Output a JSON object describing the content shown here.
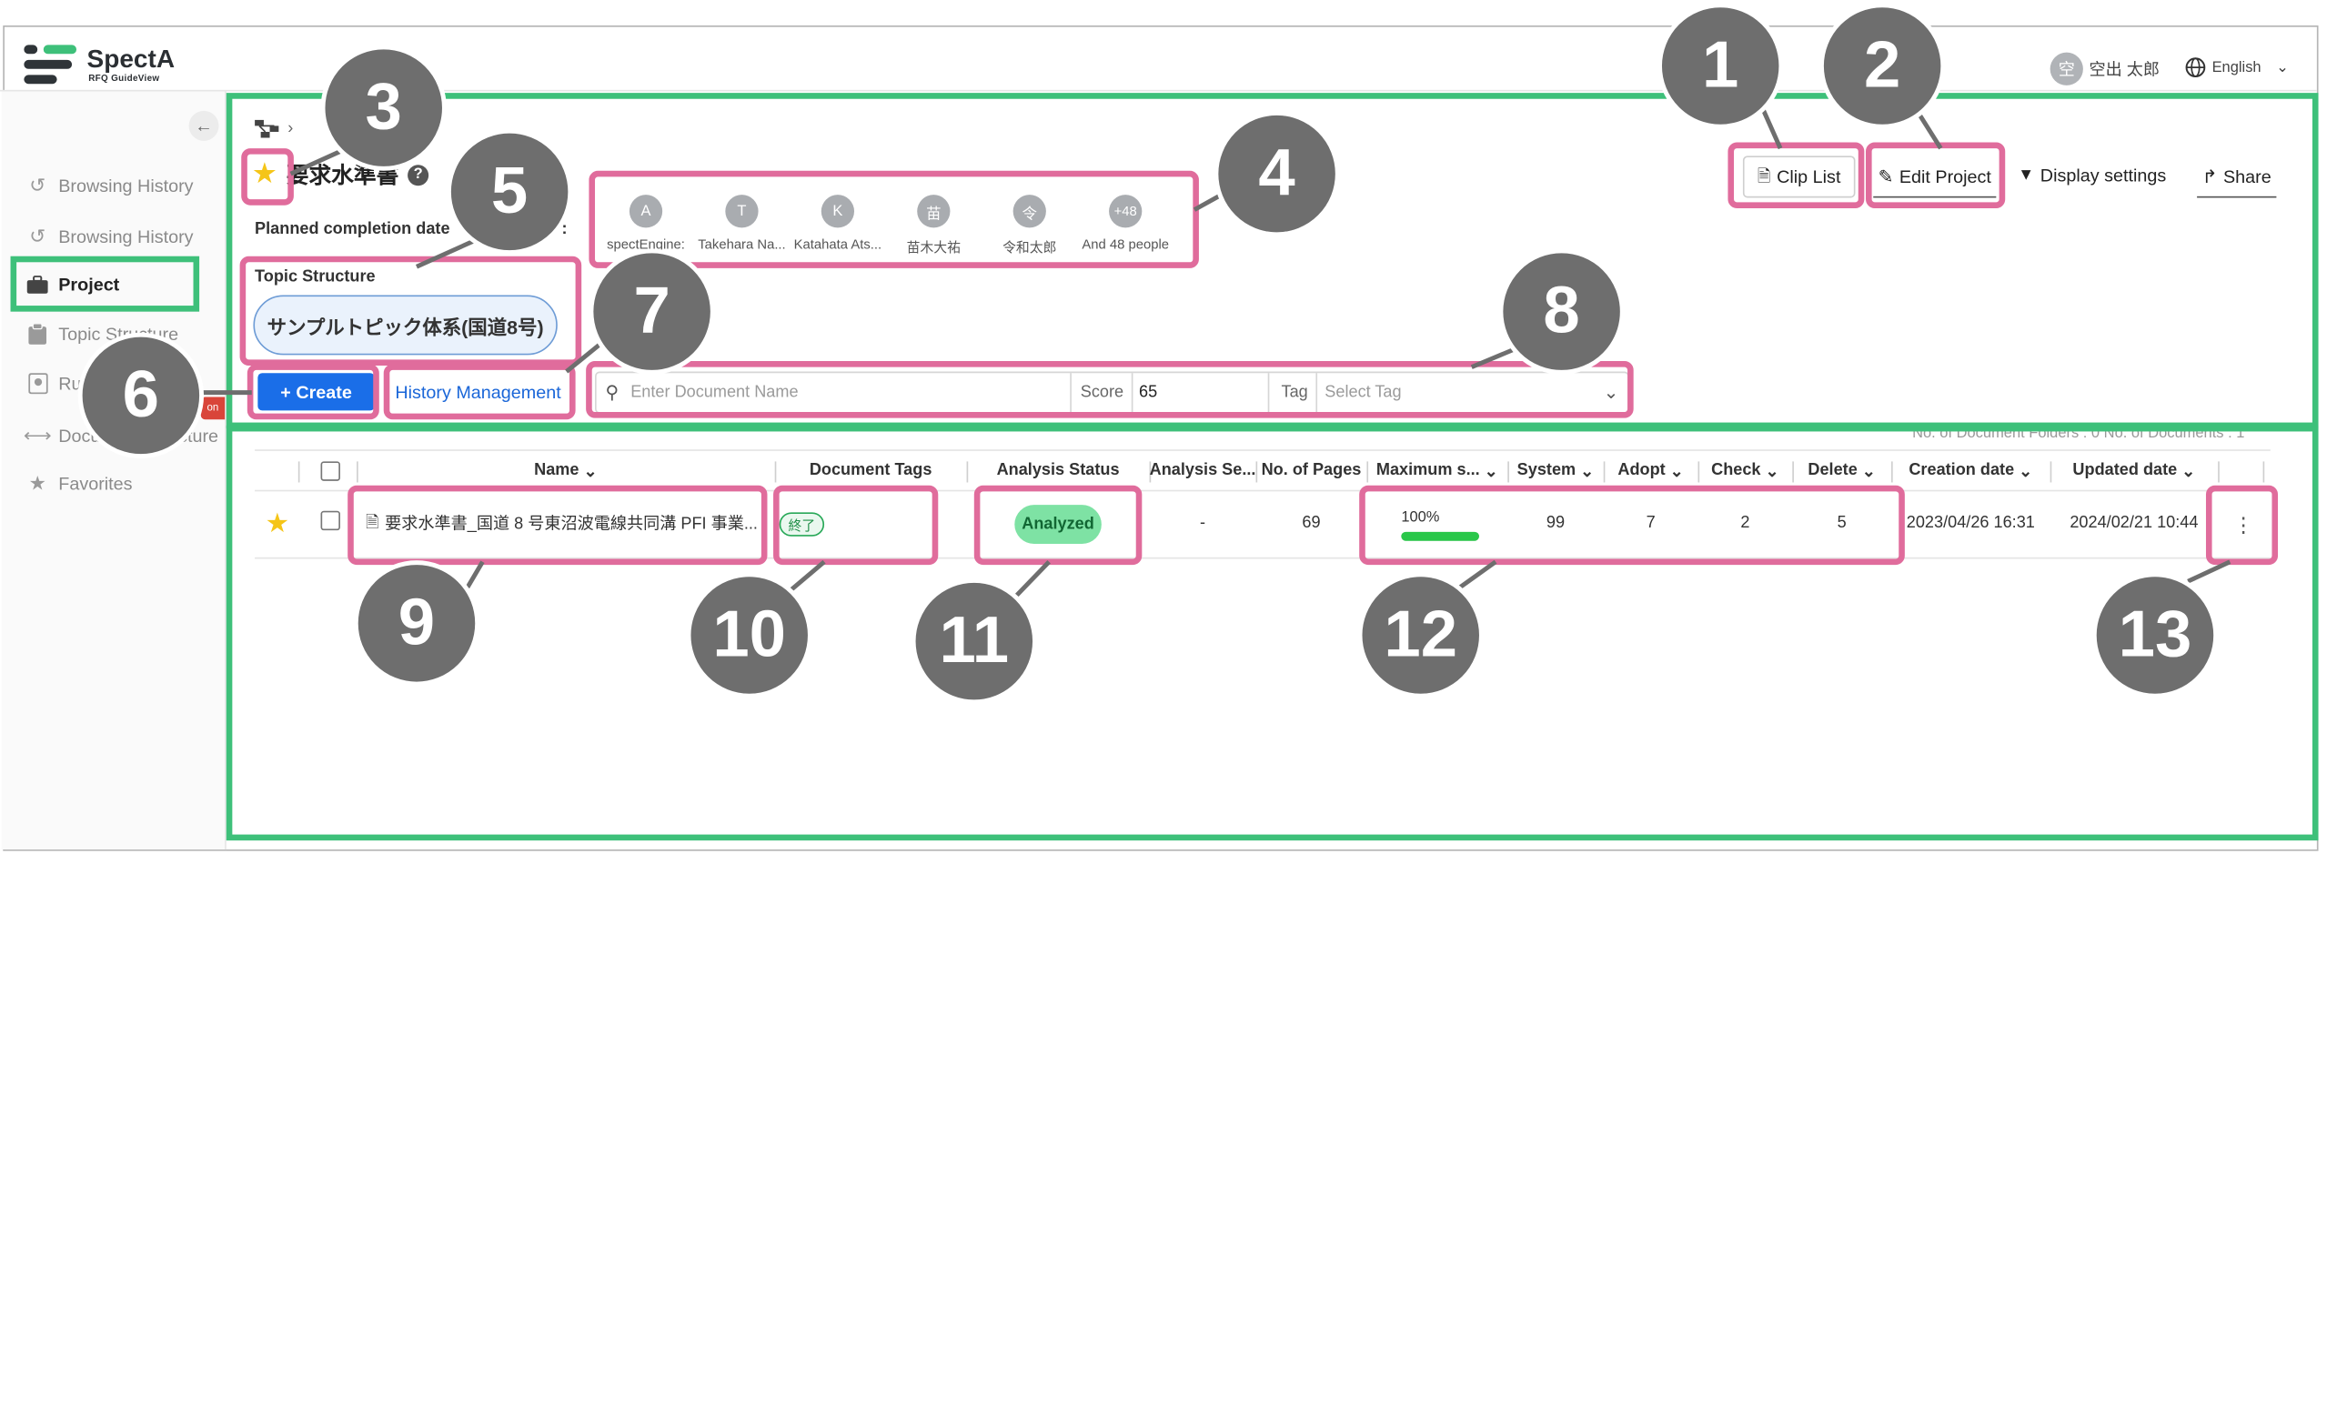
{
  "app": {
    "logo_name": "SpectA",
    "logo_sub": "RFQ GuideView"
  },
  "user": {
    "avatar": "空",
    "name": "空出 太郎",
    "language": "English"
  },
  "sidebar": {
    "collapse_icon": "←",
    "items": [
      {
        "label": "Browsing History",
        "icon": "history-icon"
      },
      {
        "label": "Browsing History",
        "icon": "history-icon"
      },
      {
        "label": "Project",
        "icon": "briefcase-icon"
      },
      {
        "label": "Topic Structure",
        "icon": "clipboard-icon"
      },
      {
        "label": "Ru",
        "icon": "rule-icon"
      },
      {
        "label": "Document Structure",
        "icon": "arrows-icon"
      },
      {
        "label": "Favorites",
        "icon": "star-icon"
      }
    ],
    "badge": "on"
  },
  "project": {
    "title": "要求水準書",
    "planned_label": "Planned completion date",
    "participants_label": "nts :",
    "members": [
      {
        "avatar": "A",
        "name": "spectEngine: "
      },
      {
        "avatar": "T",
        "name": "Takehara Na..."
      },
      {
        "avatar": "K",
        "name": "Katahata Ats..."
      },
      {
        "avatar": "苗",
        "name": "苗木大祐"
      },
      {
        "avatar": "令",
        "name": "令和太郎"
      },
      {
        "avatar": "+48",
        "name": "And 48 people"
      }
    ],
    "topic_label": "Topic Structure",
    "topic_value": "サンプルトピック体系(国道8号)"
  },
  "toolbar": {
    "clip_list": "Clip List",
    "edit_project": "Edit Project",
    "display_settings": "Display settings",
    "share": "Share",
    "create": "+ Create",
    "history": "History Management"
  },
  "search": {
    "doc_placeholder": "Enter Document Name",
    "score_label": "Score",
    "score_value": "65",
    "tag_label": "Tag",
    "tag_placeholder": "Select Tag"
  },
  "table": {
    "info": "No. of Document Folders : 0 No. of Documents : 1",
    "headers": {
      "name": "Name",
      "tags": "Document Tags",
      "status": "Analysis Status",
      "analysis_se": "Analysis Se...",
      "pages": "No. of Pages",
      "max": "Maximum s...",
      "system": "System",
      "adopt": "Adopt",
      "check": "Check",
      "delete": "Delete",
      "created": "Creation date",
      "updated": "Updated date"
    },
    "row": {
      "name": "要求水準書_国道 8 号東沼波電線共同溝 PFI 事業...",
      "tag": "終了",
      "status": "Analyzed",
      "analysis_se": "-",
      "pages": "69",
      "max_text": "100%",
      "max_fraction": 1.0,
      "system": "99",
      "adopt": "7",
      "check": "2",
      "delete": "5",
      "created": "2023/04/26 16:31",
      "updated": "2024/02/21 10:44"
    }
  },
  "callouts": [
    "1",
    "2",
    "3",
    "4",
    "5",
    "6",
    "7",
    "8",
    "9",
    "10",
    "11",
    "12",
    "13"
  ],
  "colors": {
    "green_box": "#3ec07a",
    "pink_box": "#e06c9c",
    "primary": "#1a6ee8",
    "analyzed": "#7ee2a4",
    "star": "#f5c518"
  }
}
